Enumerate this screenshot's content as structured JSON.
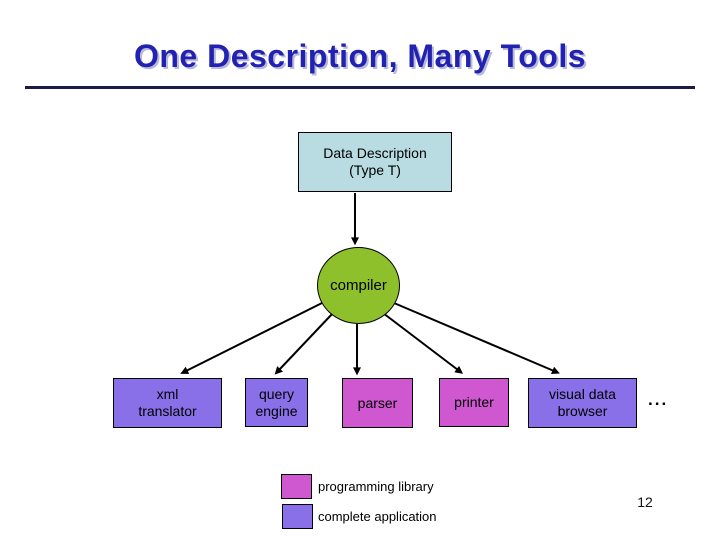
{
  "slide": {
    "title": "One Description, Many Tools",
    "page_number": "12"
  },
  "diagram": {
    "data_description": {
      "line1": "Data Description",
      "line2": "(Type T)"
    },
    "compiler_label": "compiler",
    "tools": [
      {
        "line1": "xml",
        "line2": "translator",
        "category": "complete application"
      },
      {
        "line1": "query",
        "line2": "engine",
        "category": "complete application"
      },
      {
        "line1": "parser",
        "line2": "",
        "category": "programming library"
      },
      {
        "line1": "printer",
        "line2": "",
        "category": "programming library"
      },
      {
        "line1": "visual data",
        "line2": "browser",
        "category": "complete application"
      }
    ],
    "ellipsis": "..."
  },
  "legend": {
    "items": [
      {
        "label": "programming library",
        "color": "#cf58d0"
      },
      {
        "label": "complete application",
        "color": "#8a70e8"
      }
    ]
  },
  "colors": {
    "title_text": "#2222b2",
    "title_rule": "#1b1b4a",
    "data_description_fill": "#b8dce2",
    "compiler_fill": "#8ec02c",
    "library_fill": "#cf58d0",
    "application_fill": "#8a70e8",
    "arrow": "#000000"
  }
}
